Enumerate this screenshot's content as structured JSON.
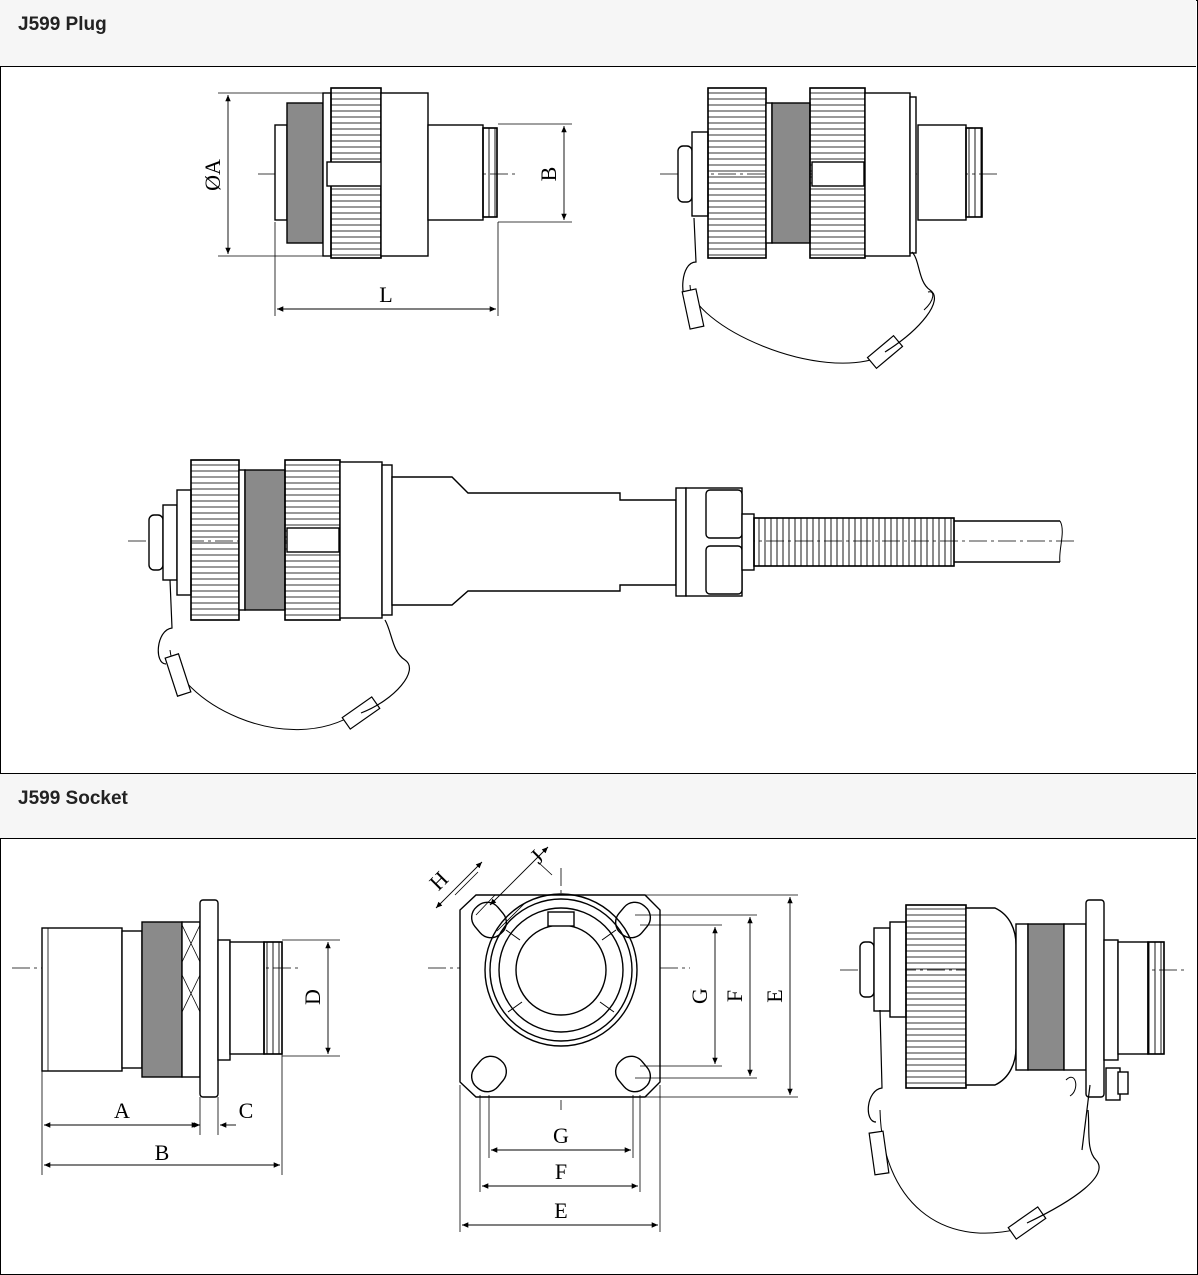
{
  "sections": {
    "plug": {
      "title": "J599 Plug"
    },
    "socket": {
      "title": "J599 Socket"
    }
  },
  "dimensions": {
    "plug": {
      "diameter_a": "ØA",
      "b": "B",
      "l": "L"
    },
    "socket_side": {
      "d": "D",
      "a": "A",
      "c": "C",
      "b": "B"
    },
    "socket_front": {
      "h": "H",
      "j": "J",
      "g_v": "G",
      "f_v": "F",
      "e_v": "E",
      "g_h": "G",
      "f_h": "F",
      "e_h": "E"
    }
  },
  "colors": {
    "line": "#000000",
    "grip_band": "#8a8a8a",
    "header_bg": "#f6f6f6"
  }
}
